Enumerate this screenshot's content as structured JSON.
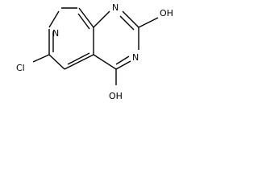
{
  "molecule": {
    "atoms": {
      "n_pyridine": "N",
      "n_pyrimidine_top": "N",
      "n_pyrimidine_bottom": "N",
      "chlorine": "Cl",
      "hydroxyl_top": "OH",
      "hydroxyl_bottom": "OH"
    }
  },
  "colors": {
    "bond": "#000000",
    "label": "#000000",
    "background": "#ffffff"
  }
}
